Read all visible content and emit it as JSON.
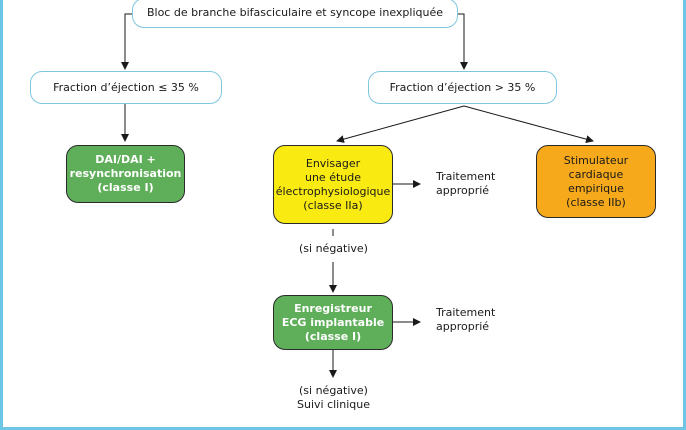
{
  "diagram": {
    "top": "Bloc de branche bifasciculaire et syncope inexpliquée",
    "fe_low": "Fraction d’éjection ≤ 35 %",
    "fe_high": "Fraction d’éjection > 35 %",
    "dai": "DAI/DAI +\nresynchronisation\n(classe I)",
    "eep": "Envisager\nune étude\nélectrophysiologique\n(classe IIa)",
    "stim": "Stimulateur\ncardiaque\nempirique\n(classe IIb)",
    "traitement_1": "Traitement\napproprié",
    "si_negative_1": "(si négative)",
    "ecg": "Enregistreur\nECG implantable\n(classe I)",
    "traitement_2": "Traitement\napproprié",
    "si_negative_2": "(si négative)\nSuivi clinique"
  },
  "colors": {
    "frame": "#6ec6e6",
    "outline_border": "#7fc7de",
    "green": "#5fae5a",
    "yellow": "#f9ea12",
    "orange": "#f6a91a"
  }
}
